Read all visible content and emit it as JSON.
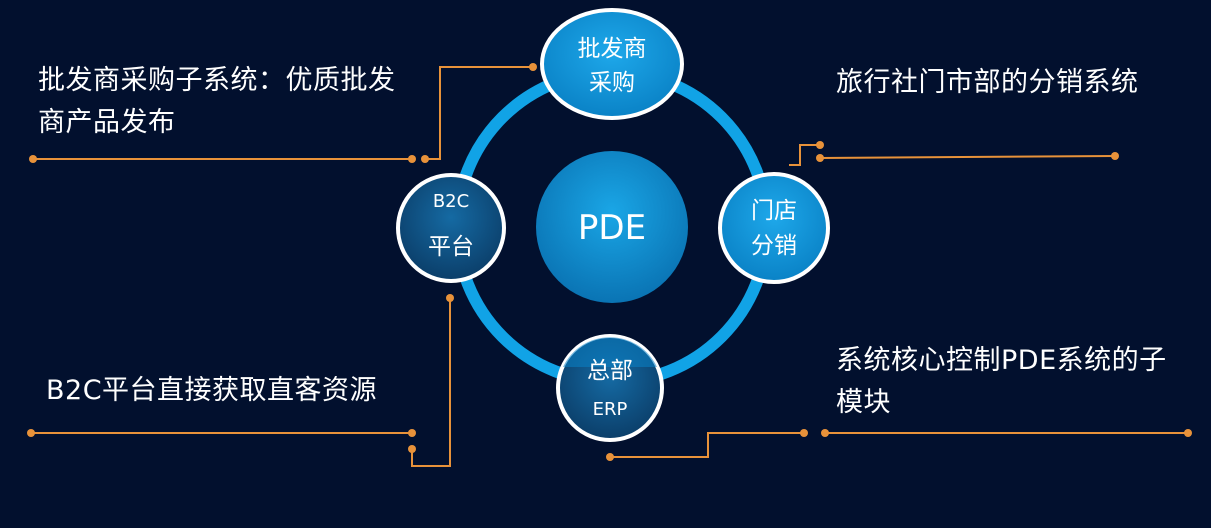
{
  "center": {
    "label": "PDE"
  },
  "nodes": {
    "wholesale": {
      "line1": "批发商",
      "line2": "采购"
    },
    "store": {
      "line1": "门店",
      "line2": "分销"
    },
    "hq": {
      "line1": "总部",
      "line2": "ERP"
    },
    "b2c": {
      "line1": "B2C",
      "line2": "平台"
    }
  },
  "descriptions": {
    "wholesale": [
      "批发商采购子系统：优质批发",
      "商产品发布"
    ],
    "store": [
      "旅行社门市部的分销系统"
    ],
    "b2c": [
      "B2C平台直接获取直客资源"
    ],
    "hq": [
      "系统核心控制PDE系统的子",
      "模块"
    ]
  },
  "colors": {
    "background": "#02102e",
    "ring": "#11a3e6",
    "node_fill": "#0b8fd0",
    "node_border": "#ffffff",
    "b2c_fill": "#0d4f7f",
    "connector": "#e8923a"
  }
}
